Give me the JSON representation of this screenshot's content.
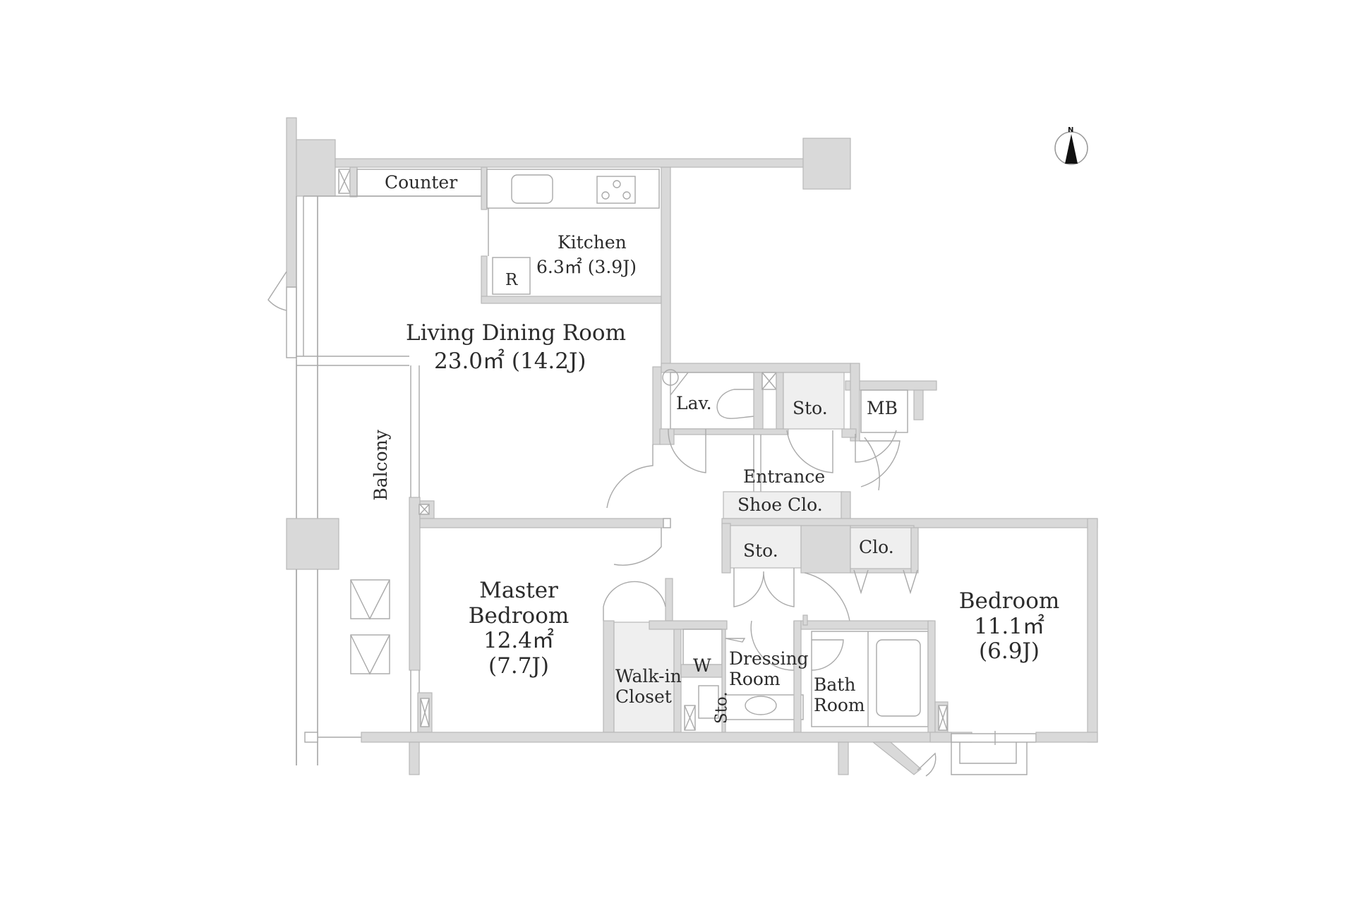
{
  "floor_plan": {
    "compass": {
      "label": "N",
      "direction": "north-up"
    },
    "rooms": {
      "living_dining": {
        "name": "Living Dining Room",
        "area": "23.0㎡ (14.2J)"
      },
      "kitchen": {
        "name": "Kitchen",
        "area": "6.3㎡ (3.9J)"
      },
      "master_bedroom": {
        "name_line1": "Master",
        "name_line2": "Bedroom",
        "area_m2": "12.4㎡",
        "area_j": "(7.7J)"
      },
      "bedroom": {
        "name": "Bedroom",
        "area_m2": "11.1㎡",
        "area_j": "(6.9J)"
      },
      "balcony": {
        "name": "Balcony"
      },
      "counter": {
        "name": "Counter"
      },
      "refrigerator": {
        "name": "R"
      },
      "lavatory": {
        "name": "Lav."
      },
      "storage_entrance": {
        "name": "Sto."
      },
      "meter_box": {
        "name": "MB"
      },
      "entrance": {
        "name": "Entrance"
      },
      "shoe_closet": {
        "name": "Shoe Clo."
      },
      "storage_hall": {
        "name": "Sto."
      },
      "closet": {
        "name": "Clo."
      },
      "walk_in_closet": {
        "name_line1": "Walk-in",
        "name_line2": "Closet"
      },
      "washer": {
        "name": "W"
      },
      "storage_small": {
        "name": "Sto."
      },
      "dressing_room": {
        "name_line1": "Dressing",
        "name_line2": "Room"
      },
      "bath_room": {
        "name_line1": "Bath",
        "name_line2": "Room"
      }
    },
    "colors": {
      "wall": "#d9d9d9",
      "storage_fill": "#efefef",
      "line": "#a9a9a9",
      "text": "#2b2b2b"
    }
  }
}
